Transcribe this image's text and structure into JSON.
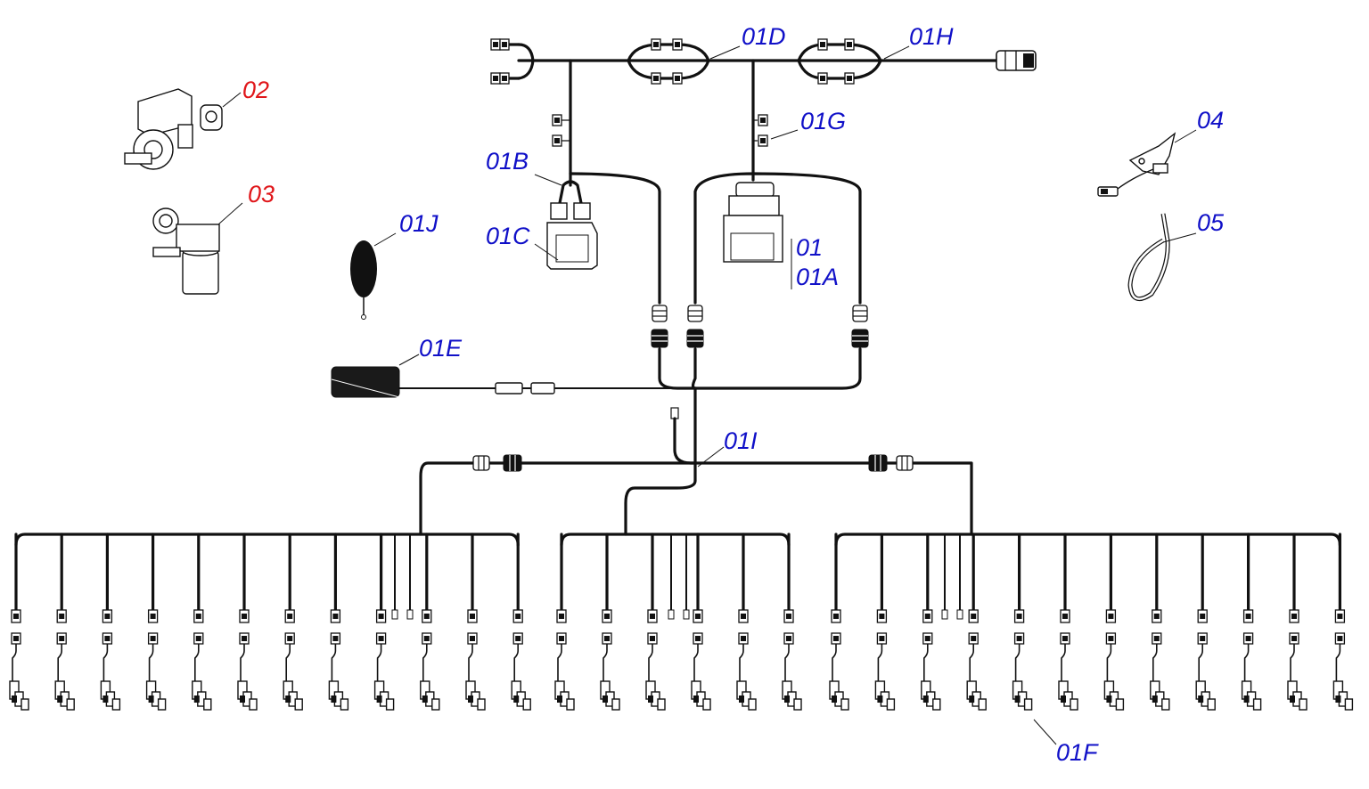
{
  "labels": {
    "l01": "01",
    "l01A": "01A",
    "l01B": "01B",
    "l01C": "01C",
    "l01D": "01D",
    "l01E": "01E",
    "l01F": "01F",
    "l01G": "01G",
    "l01H": "01H",
    "l01I": "01I",
    "l01J": "01J",
    "l02": "02",
    "l03": "03",
    "l04": "04",
    "l05": "05"
  },
  "colors": {
    "part_label": "#1010c8",
    "accessory_label": "#e0161a",
    "line": "#111111"
  },
  "harness": {
    "sensor_branches": {
      "left_group": 12,
      "middle_group": 6,
      "right_group": 12
    }
  }
}
